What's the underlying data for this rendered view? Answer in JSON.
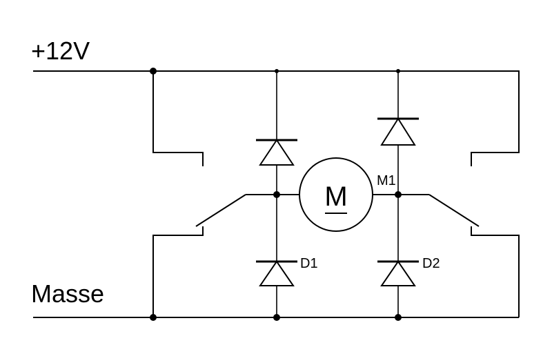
{
  "rails": {
    "supply": "+12V",
    "ground": "Masse"
  },
  "components": {
    "motor_ref": "M1",
    "motor_symbol": "M",
    "diode_left": "D1",
    "diode_right": "D2"
  }
}
